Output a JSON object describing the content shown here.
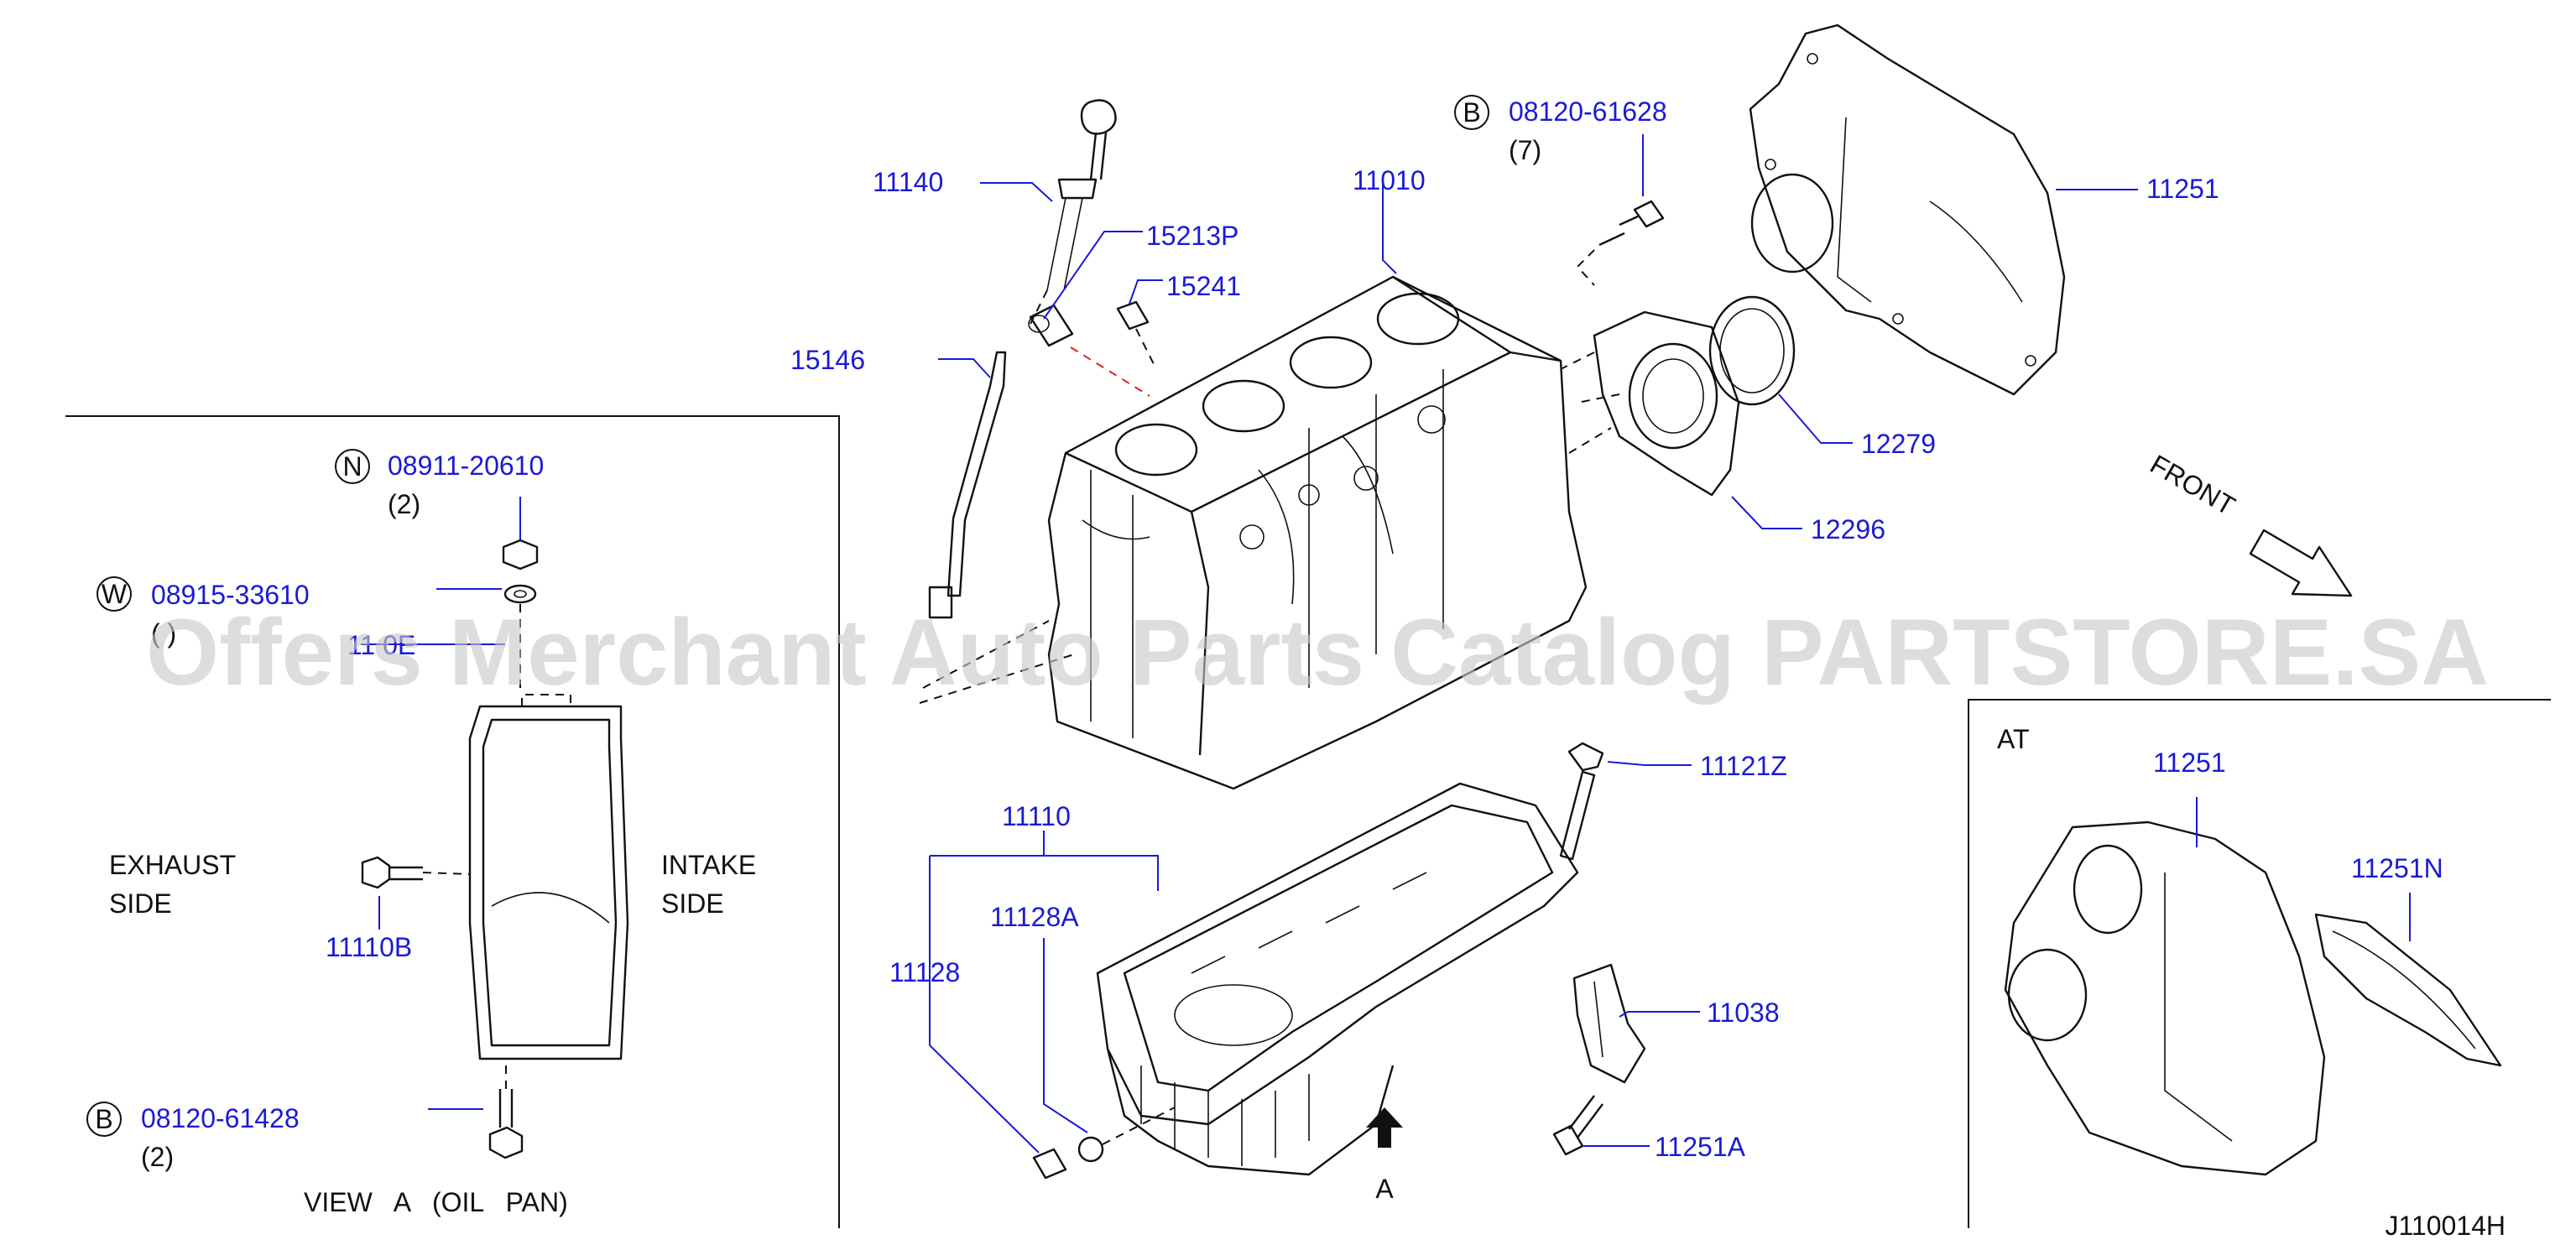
{
  "watermark": "Offers Merchant Auto Parts Catalog PARTSTORE.SA",
  "diagram_code": "J110014H",
  "front_label": "FRONT",
  "view_marker": "A",
  "labels": {
    "p11140": "11140",
    "p11010": "11010",
    "p15213p": "15213P",
    "p15241": "15241",
    "p15146": "15146",
    "p11251_top": "11251",
    "p12279": "12279",
    "p12296": "12296",
    "p11121z": "11121Z",
    "p11110": "11110",
    "p11128a": "11128A",
    "p11128": "11128",
    "p11038": "11038",
    "p11251a": "11251A",
    "p11110b": "11110B",
    "p11110e": "11 0E",
    "p11251_at": "11251",
    "p11251n": "11251N"
  },
  "fasteners": {
    "top_bolt": {
      "circle": "B",
      "number": "08120-61628",
      "qty": "(7)"
    },
    "nut": {
      "circle": "N",
      "number": "08911-20610",
      "qty": "(2)"
    },
    "washer": {
      "circle": "W",
      "number": "08915-33610",
      "qty": "( )"
    },
    "pan_bolt": {
      "circle": "B",
      "number": "08120-61428",
      "qty": "(2)"
    }
  },
  "view_panel": {
    "exhaust_line1": "EXHAUST",
    "exhaust_line2": "SIDE",
    "intake_line1": "INTAKE",
    "intake_line2": "SIDE",
    "caption": "VIEW   A   (OIL   PAN)"
  },
  "at_panel": {
    "title": "AT"
  }
}
